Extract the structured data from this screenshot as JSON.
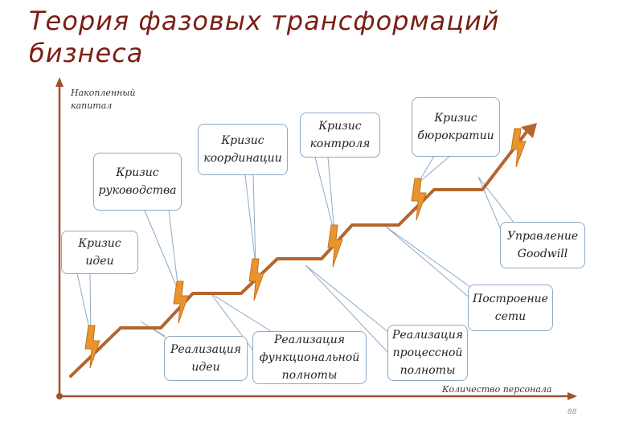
{
  "title": "Теория фазовых трансформаций бизнеса",
  "axes": {
    "y_label": "Накопленный\nкапитал",
    "x_label": "Количество персонала"
  },
  "crises": [
    {
      "id": "idea",
      "label": "Кризис\nидеи"
    },
    {
      "id": "leadership",
      "label": "Кризис\nруководства"
    },
    {
      "id": "coordination",
      "label": "Кризис\nкоординации"
    },
    {
      "id": "control",
      "label": "Кризис\nконтроля"
    },
    {
      "id": "bureaucracy",
      "label": "Кризис\nбюрократии"
    }
  ],
  "phases": [
    {
      "id": "idea-realization",
      "label": "Реализация\nидеи"
    },
    {
      "id": "functional",
      "label": "Реализация\nфункциональной\nполноты"
    },
    {
      "id": "process",
      "label": "Реализация\nпроцессной\nполноты"
    },
    {
      "id": "network",
      "label": "Построение\nсети"
    },
    {
      "id": "goodwill",
      "label": "Управление\nGoodwill"
    }
  ],
  "page_number": "88",
  "colors": {
    "title": "#7a1e14",
    "curve": "#b5652d",
    "axis": "#a0522d",
    "lightning": "#e8952e",
    "callout_border": "#8fa9c4"
  }
}
